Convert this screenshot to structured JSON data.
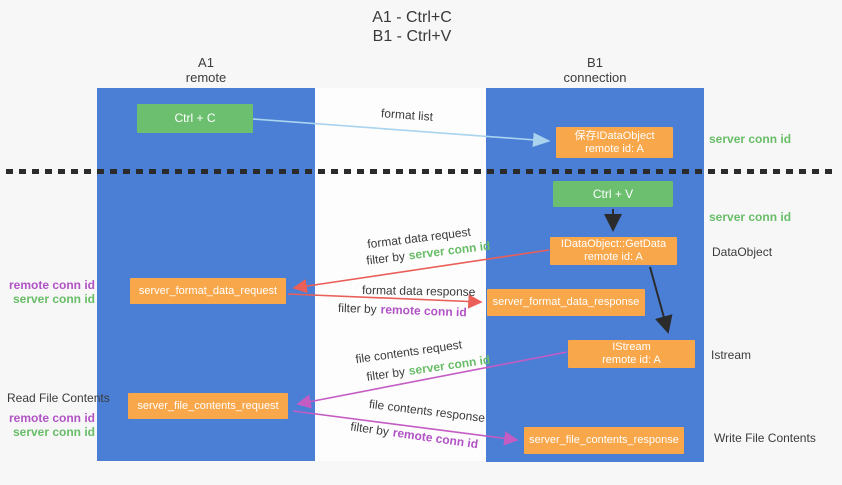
{
  "title": {
    "line1": "A1 - Ctrl+C",
    "line2": "B1 - Ctrl+V"
  },
  "lanes": {
    "a": {
      "name": "A1",
      "subtitle": "remote"
    },
    "b": {
      "name": "B1",
      "subtitle": "connection"
    }
  },
  "nodes": {
    "ctrl_c": {
      "label": "Ctrl + C"
    },
    "ctrl_v": {
      "label": "Ctrl + V"
    },
    "save_dataobject": {
      "line1": "保存IDataObject",
      "line2": "remote id: A"
    },
    "getdata": {
      "line1": "IDataObject::GetData",
      "line2": "remote id: A"
    },
    "istream": {
      "line1": "IStream",
      "line2": "remote id: A"
    },
    "format_request": {
      "label": "server_format_data_request"
    },
    "format_response": {
      "label": "server_format_data_response"
    },
    "file_request": {
      "label": "server_file_contents_request"
    },
    "file_response": {
      "label": "server_file_contents_response"
    }
  },
  "flows": {
    "format_list": {
      "label": "format list"
    },
    "format_data_request": {
      "label": "format data request",
      "filter_prefix": "filter by",
      "filter_key": "server conn id"
    },
    "format_data_response": {
      "label": "format data response",
      "filter_prefix": "filter by",
      "filter_key": "remote conn id"
    },
    "file_contents_request": {
      "label": "file contents request",
      "filter_prefix": "filter by",
      "filter_key": "server conn id"
    },
    "file_contents_response": {
      "label": "file contents response",
      "filter_prefix": "filter by",
      "filter_key": "remote conn id"
    }
  },
  "annotations": {
    "right_server_conn_id_top": "server conn id",
    "right_server_conn_id_mid": "server conn id",
    "right_dataobject": "DataObject",
    "right_istream": "Istream",
    "right_write_file": "Write File Contents",
    "left_remote_conn_id_1": "remote conn id",
    "left_server_conn_id_1": "server conn id",
    "left_read_file": "Read File Contents",
    "left_remote_conn_id_2": "remote conn id",
    "left_server_conn_id_2": "server conn id"
  },
  "colors": {
    "lane_blue": "#4a7fd5",
    "node_green": "#6dbf70",
    "node_orange": "#f9a74b",
    "arrow_lightblue": "#a9d3ee",
    "arrow_red": "#ea5f58",
    "arrow_magenta": "#c45cc4",
    "arrow_black": "#2b2b2b",
    "text_green": "#68bd68",
    "text_purple": "#b153c5",
    "text_dark": "#3b3b3b",
    "background": "#f7f7f7"
  }
}
